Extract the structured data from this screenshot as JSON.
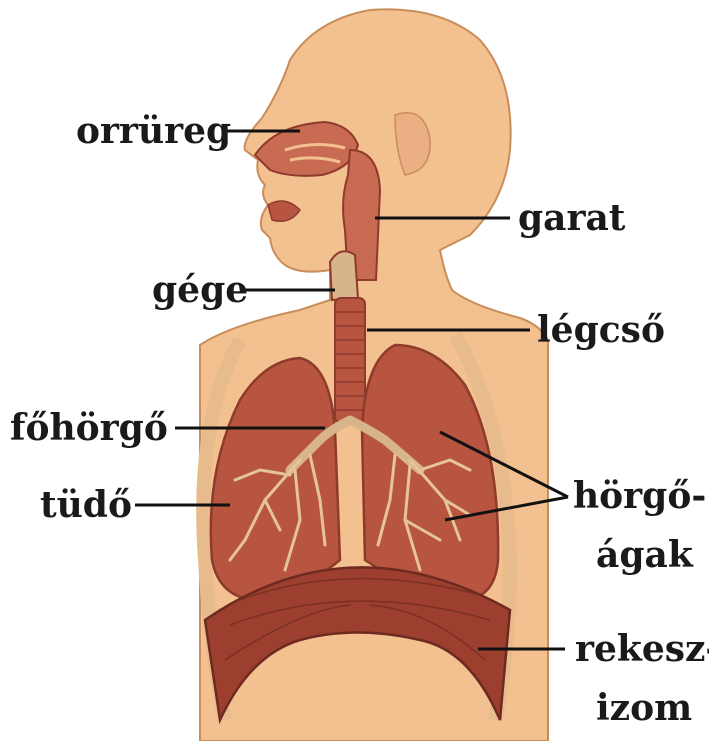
{
  "labels": {
    "orrureg": "orrüreg",
    "garat": "garat",
    "gege": "gége",
    "legcso": "légcső",
    "fohorgo": "főhörgő",
    "tudo": "tüdő",
    "horgo_line1": "hörgő-",
    "horgo_line2": "ágak",
    "rekesz_line1": "rekesz-",
    "rekesz_line2": "izom"
  },
  "colors": {
    "skin": "#f3c08f",
    "skin_shade": "#e2a574",
    "airway": "#c96a52",
    "lung": "#b85540",
    "lung_dark": "#8e3a2c",
    "diaphragm": "#9c3f2e",
    "rib": "#e8bb8c",
    "leader": "#111111"
  }
}
